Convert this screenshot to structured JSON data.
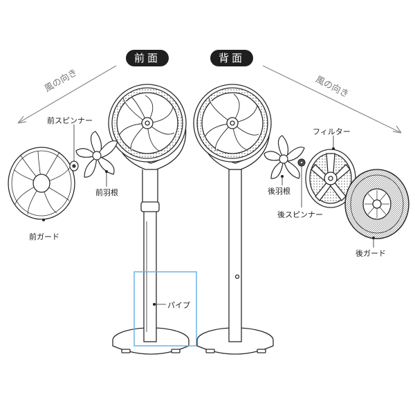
{
  "badges": {
    "front": "前面",
    "back": "背面"
  },
  "wind": {
    "left": "風の向き",
    "right": "風の向き"
  },
  "labels": {
    "front_spinner": "前スピンナー",
    "front_blade": "前羽根",
    "front_guard": "前ガード",
    "pipe": "パイプ",
    "filter": "フィルター",
    "rear_blade": "後羽根",
    "rear_spinner": "後スピンナー",
    "rear_guard": "後ガード"
  },
  "colors": {
    "line": "#2a2a2a",
    "highlight": "#6ab3e6",
    "badge": "#1f1f1f",
    "muted": "#888888"
  }
}
